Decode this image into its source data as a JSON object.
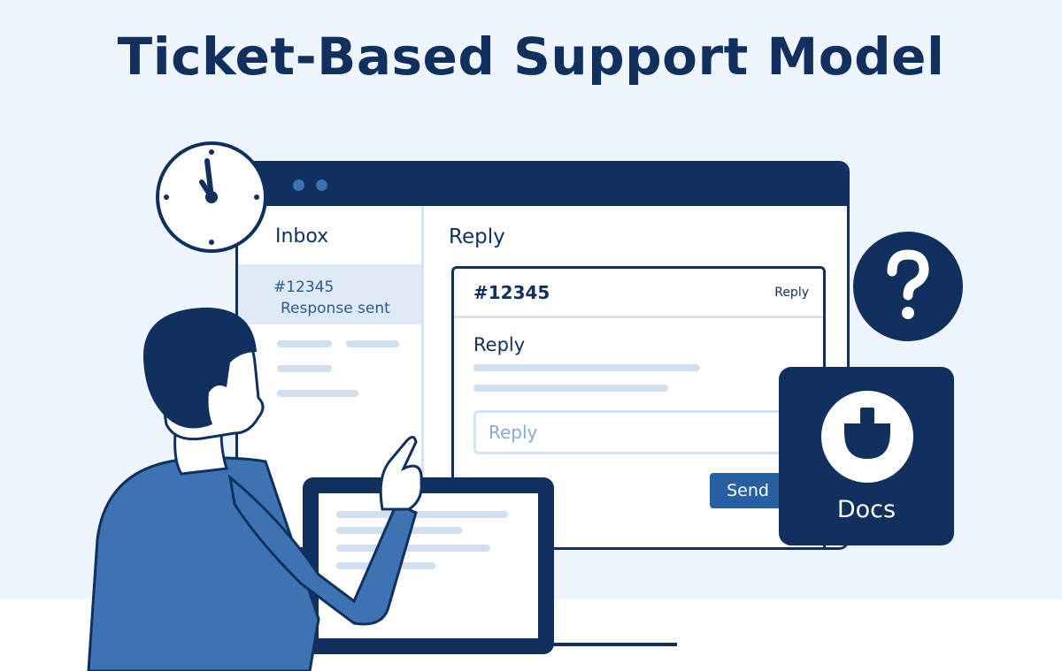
{
  "title": "Ticket-Based Support Model",
  "inbox": {
    "heading": "Inbox",
    "ticket_id": "#12345",
    "ticket_status": "Response sent"
  },
  "reply_panel": {
    "heading": "Reply",
    "ticket_id": "#12345",
    "header_action": "Reply",
    "label": "Reply",
    "input_placeholder": "Reply",
    "send_label": "Send"
  },
  "help_icon": "question-mark-icon",
  "docs": {
    "icon": "docs-icon",
    "label": "Docs"
  },
  "colors": {
    "navy": "#12305e",
    "accent": "#275fa3",
    "background": "#eef5fd",
    "placeholder_bar": "#d1dfee"
  }
}
